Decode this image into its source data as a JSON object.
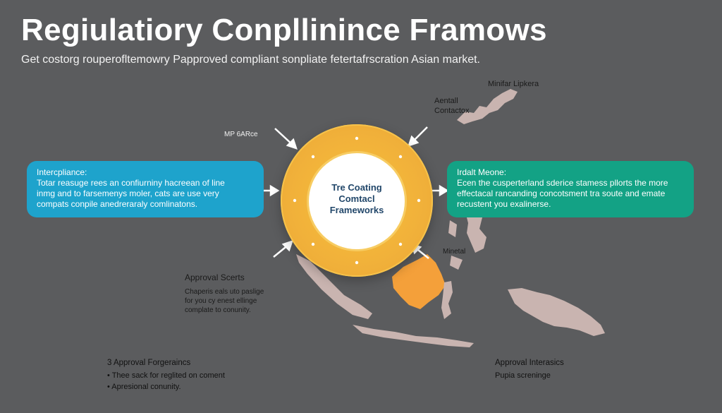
{
  "header": {
    "title": "Regiulatiory Conpllinince Framows",
    "subtitle": "Get costorg rouperofltemowry Papproved compliant sonpliate fetertafrscration Asian market."
  },
  "map_labels": {
    "top_right": "Minifar Lipkera",
    "contact": [
      "Aentall",
      "Contactox"
    ],
    "mp": "MP 6ARce",
    "mineral": "Minetal"
  },
  "left_panel": {
    "heading": "Intercpliance:",
    "body": [
      "Totar reasuge rees an confiurniny hacreean of line",
      "inmg and to farsemenys moler, cats are use very",
      "compats conpile anedreraraly comlinatons."
    ]
  },
  "right_panel": {
    "heading": "Irdalt Meone:",
    "body": [
      "Ecen the cusperterland sderice stamess pllorts the more",
      "effectacal rancanding concotsment tra soute and emate",
      "recustent you exalinerse."
    ]
  },
  "center": {
    "lines": [
      "Tre Coating",
      "Comtacl",
      "Frameworks"
    ]
  },
  "approval_steps": {
    "heading": "Approval Scerts",
    "body": [
      "Chaperis eals uto paslige",
      "for you cy enest ellinge",
      "complate to conunity."
    ]
  },
  "bottom_left": {
    "heading": "3  Approval Forgeraincs",
    "items": [
      "•  Thee sack for reglited on coment",
      "•  Apresional conunity."
    ]
  },
  "bottom_right": {
    "heading": "Approval Interasics",
    "body": "Pupia screninge"
  },
  "colors": {
    "background": "#5b5c5e",
    "left_panel": "#1ea3cc",
    "right_panel": "#13a285",
    "ring": "#f1b13a",
    "highlight_land": "#f4a03a",
    "land": "#c9b4b0"
  }
}
